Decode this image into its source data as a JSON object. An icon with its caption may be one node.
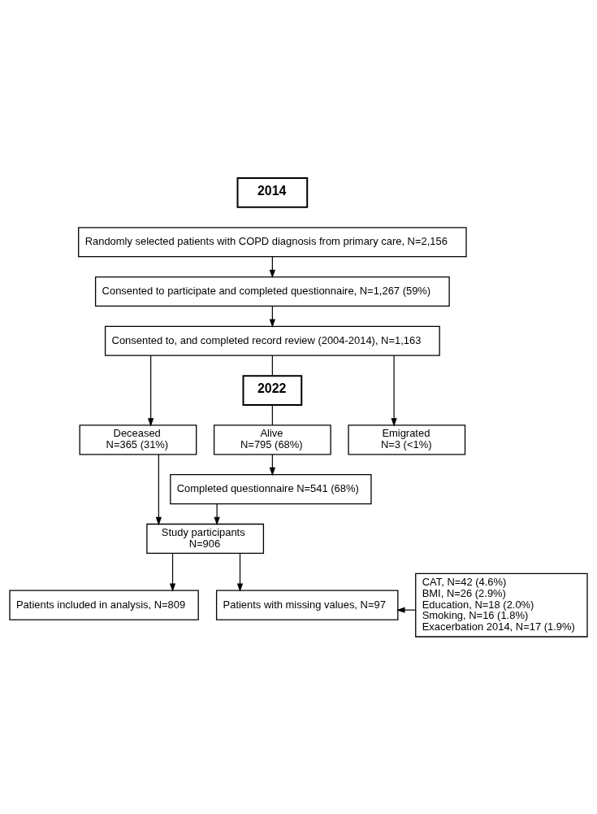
{
  "diagram": {
    "nodes": [
      {
        "text": [
          "2014"
        ]
      },
      {
        "text": [
          "Randomly selected patients with COPD diagnosis from primary care, N=2,156"
        ]
      },
      {
        "text": [
          "Consented to participate and completed questionnaire, N=1,267 (59%)"
        ]
      },
      {
        "text": [
          "Consented to, and completed record review (2004-2014), N=1,163"
        ]
      },
      {
        "text": [
          "2022"
        ]
      },
      {
        "text": [
          "Deceased",
          "N=365 (31%)"
        ]
      },
      {
        "text": [
          "Alive",
          "N=795 (68%)"
        ]
      },
      {
        "text": [
          "Emigrated",
          "N=3 (<1%)"
        ]
      },
      {
        "text": [
          "Completed questionnaire N=541 (68%)"
        ]
      },
      {
        "text": [
          "Study participants",
          "N=906"
        ]
      },
      {
        "text": [
          "Patients included in analysis, N=809"
        ]
      },
      {
        "text": [
          "Patients with missing values, N=97"
        ]
      },
      {
        "text": [
          "CAT, N=42 (4.6%)",
          "BMI, N=26 (2.9%)",
          "Education, N=18 (2.0%)",
          "Smoking, N=16 (1.8%)",
          "Exacerbation 2014, N=17 (1.9%)"
        ]
      }
    ],
    "edges": [
      {
        "from": 1,
        "to": 2,
        "arrow": "to"
      },
      {
        "from": 2,
        "to": 3,
        "arrow": "to"
      },
      {
        "from": 3,
        "to": 5,
        "arrow": "to"
      },
      {
        "from": 3,
        "to": 4,
        "arrow": "none"
      },
      {
        "from": 4,
        "to": 6,
        "arrow": "none"
      },
      {
        "from": 3,
        "to": 7,
        "arrow": "to"
      },
      {
        "from": 6,
        "to": 8,
        "arrow": "to"
      },
      {
        "from": 5,
        "to": 9,
        "arrow": "to"
      },
      {
        "from": 8,
        "to": 9,
        "arrow": "to"
      },
      {
        "from": 9,
        "to": 10,
        "arrow": "to"
      },
      {
        "from": 9,
        "to": 11,
        "arrow": "to"
      },
      {
        "from": 12,
        "to": 11,
        "arrow": "to"
      }
    ]
  }
}
